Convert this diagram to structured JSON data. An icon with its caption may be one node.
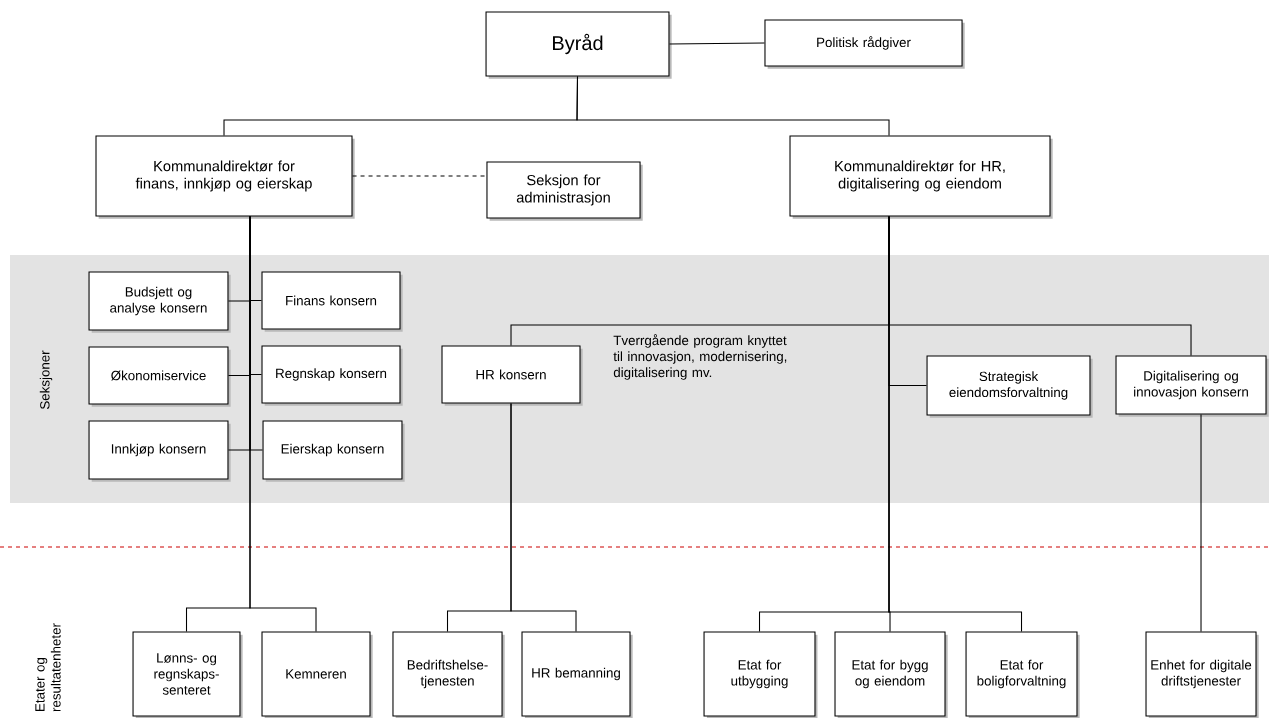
{
  "diagram": {
    "nodes": [
      {
        "text": [
          "Byråd"
        ]
      },
      {
        "text": [
          "Politisk rådgiver"
        ]
      },
      {
        "text": [
          "Kommunaldirektør for finans, innkjøp og eierskap"
        ]
      },
      {
        "text": [
          "Seksjon for administrasjon"
        ]
      },
      {
        "text": [
          "Kommunaldirektør for HR, digitalisering og eiendom"
        ]
      },
      {
        "text": [
          "Budsjett og analyse konsern"
        ]
      },
      {
        "text": [
          "Finans konsern"
        ]
      },
      {
        "text": [
          "Økonomiservice"
        ]
      },
      {
        "text": [
          "Regnskap konsern"
        ]
      },
      {
        "text": [
          "Innkjøp konsern"
        ]
      },
      {
        "text": [
          "Eierskap konsern"
        ]
      },
      {
        "text": [
          "HR konsern"
        ]
      },
      {
        "text": [
          "Strategisk eiendomsforvaltning"
        ]
      },
      {
        "text": [
          "Digitalisering og innovasjon konsern"
        ]
      },
      {
        "text": [
          "Lønns- og regnskaps-senteret"
        ]
      },
      {
        "text": [
          "Kemneren"
        ]
      },
      {
        "text": [
          "Bedriftshelse-tjenesten"
        ]
      },
      {
        "text": [
          "HR bemanning"
        ]
      },
      {
        "text": [
          "Etat for utbygging"
        ]
      },
      {
        "text": [
          "Etat for bygg og eiendom"
        ]
      },
      {
        "text": [
          "Etat for boligforvaltning"
        ]
      },
      {
        "text": [
          "Enhet for digitale driftstjenester"
        ]
      }
    ],
    "edges": [
      {
        "from": 0,
        "to": 1,
        "arrow": "none"
      },
      {
        "from": 0,
        "to": 2,
        "arrow": "none"
      },
      {
        "from": 0,
        "to": 4,
        "arrow": "none"
      },
      {
        "from": 2,
        "to": 3,
        "arrow": "none",
        "style": "dashed"
      },
      {
        "from": 2,
        "to": 5,
        "arrow": "none"
      },
      {
        "from": 2,
        "to": 6,
        "arrow": "none"
      },
      {
        "from": 2,
        "to": 7,
        "arrow": "none"
      },
      {
        "from": 2,
        "to": 8,
        "arrow": "none"
      },
      {
        "from": 2,
        "to": 9,
        "arrow": "none"
      },
      {
        "from": 2,
        "to": 10,
        "arrow": "none"
      },
      {
        "from": 2,
        "to": 14,
        "arrow": "none"
      },
      {
        "from": 2,
        "to": 15,
        "arrow": "none"
      },
      {
        "from": 4,
        "to": 11,
        "arrow": "none"
      },
      {
        "from": 4,
        "to": 12,
        "arrow": "none"
      },
      {
        "from": 4,
        "to": 13,
        "arrow": "none"
      },
      {
        "from": 11,
        "to": 16,
        "arrow": "none"
      },
      {
        "from": 11,
        "to": 17,
        "arrow": "none"
      },
      {
        "from": 4,
        "to": 18,
        "arrow": "none"
      },
      {
        "from": 4,
        "to": 19,
        "arrow": "none"
      },
      {
        "from": 4,
        "to": 20,
        "arrow": "none"
      },
      {
        "from": 13,
        "to": 21,
        "arrow": "none"
      }
    ],
    "labels": [
      "Tverrgående program knyttet til innovasjon, modernisering, digitalisering mv.",
      "Seksjoner",
      "Etater og resultatenheter"
    ]
  }
}
